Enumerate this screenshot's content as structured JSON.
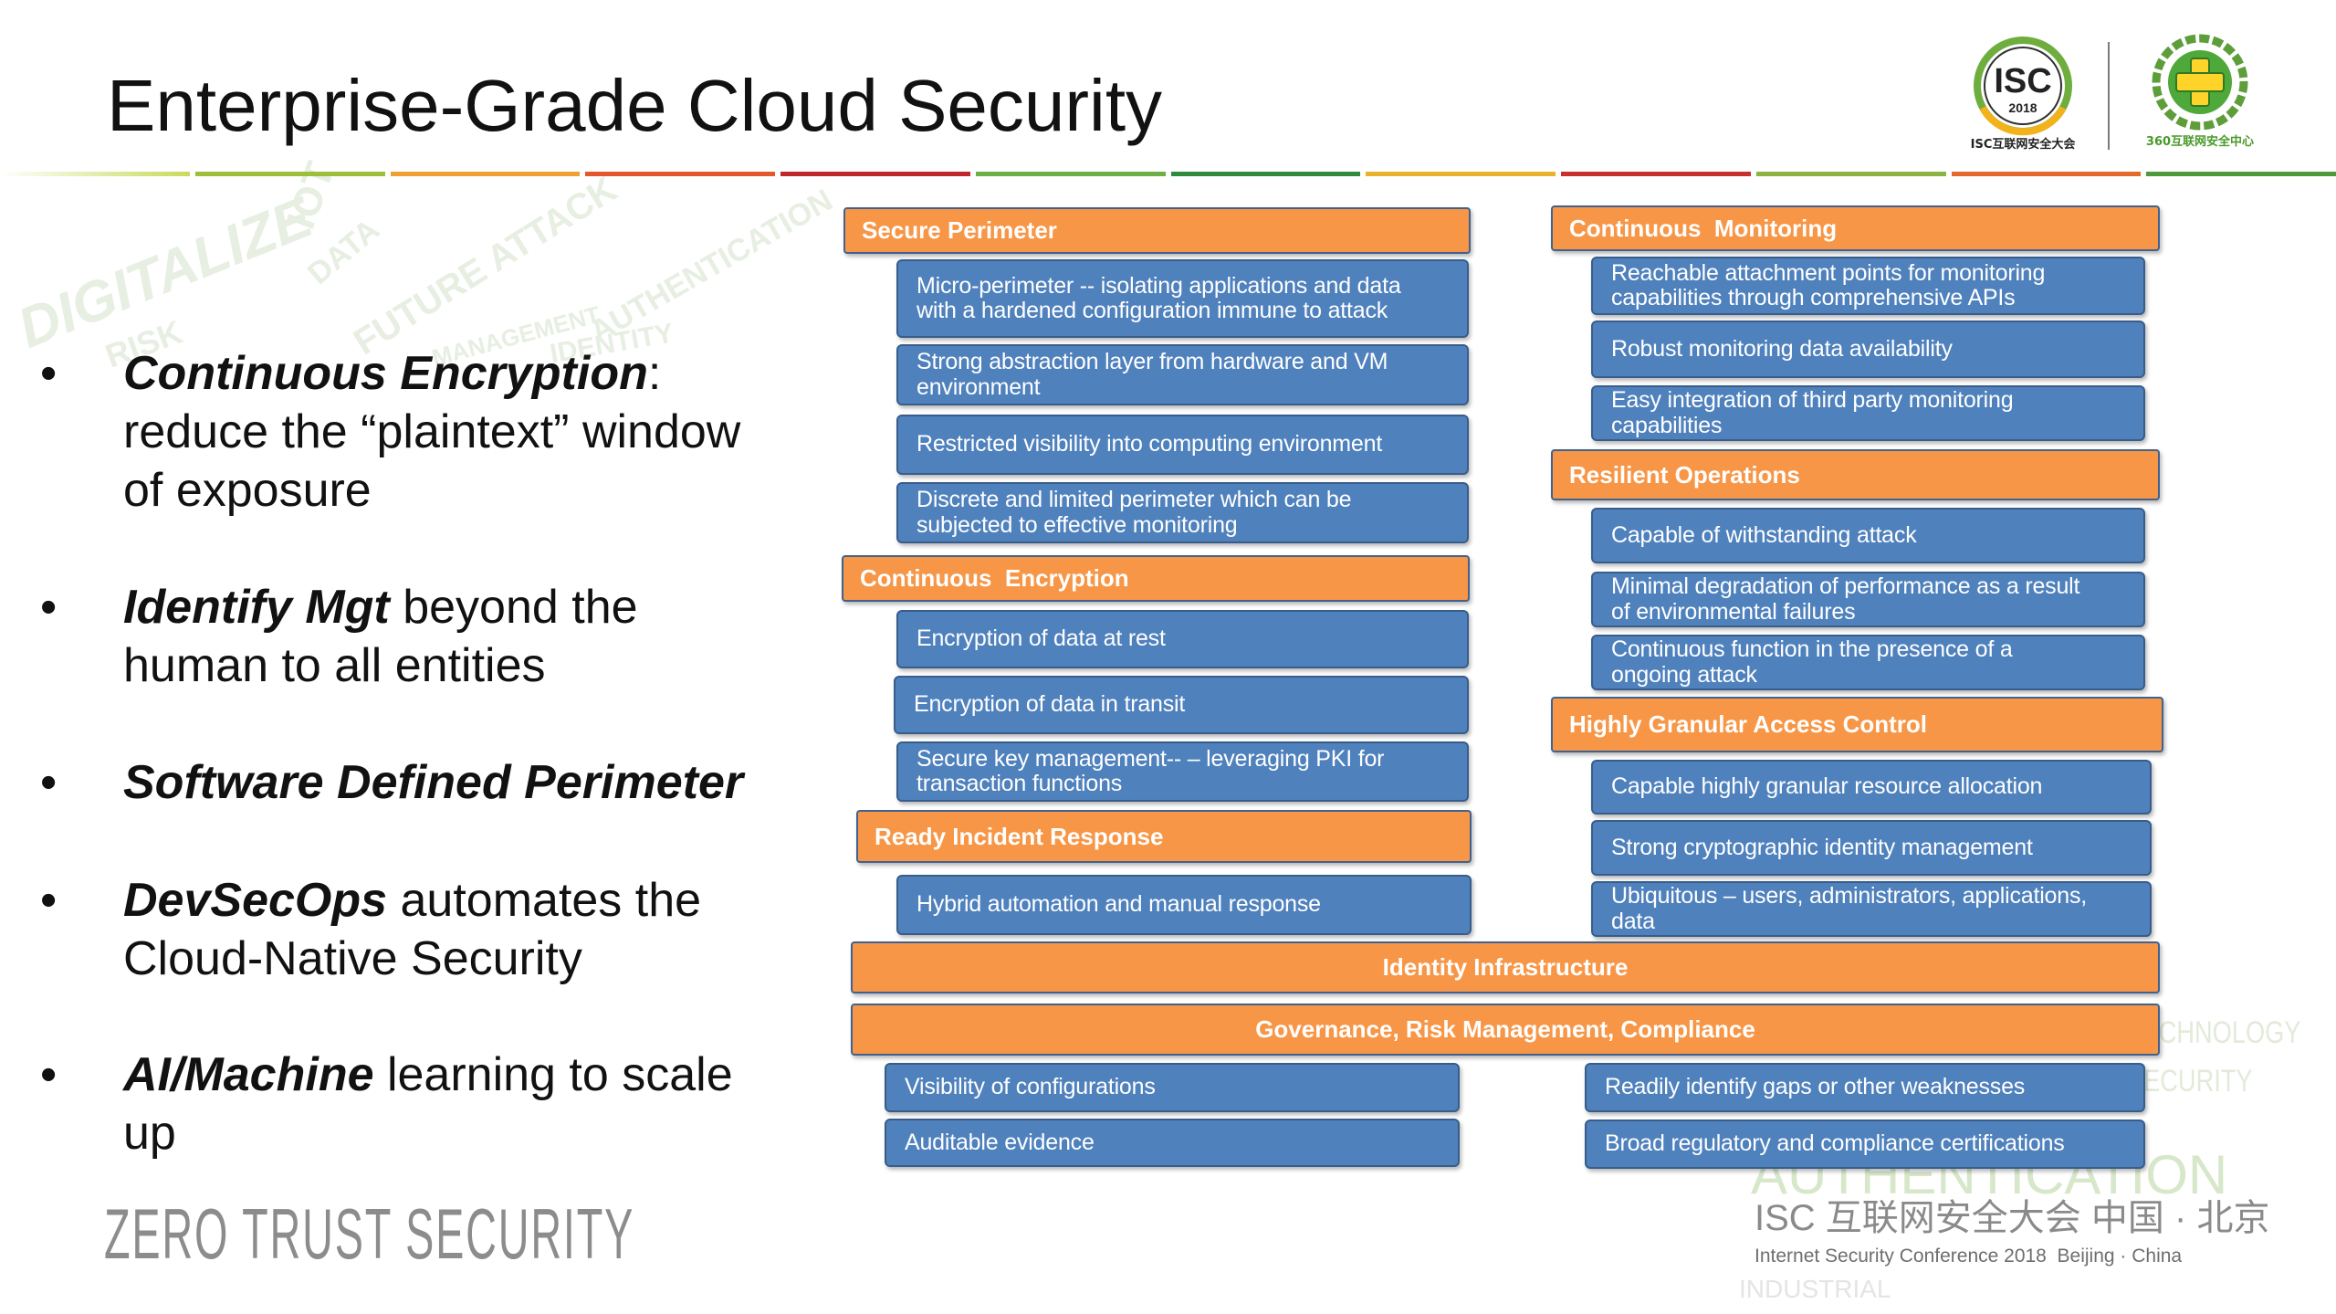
{
  "slide": {
    "title": "Enterprise-Grade Cloud Security",
    "tagline": "ZERO TRUST SECURITY",
    "conference_cn": "ISC 互联网安全大会 中国 · 北京",
    "conference_en": "Internet Security Conference 2018  Beijing · China"
  },
  "logos": {
    "isc": {
      "mark": "ISC",
      "year": "2018",
      "caption": "ISC互联网安全大会"
    },
    "center360": {
      "caption": "360互联网安全中心"
    }
  },
  "bullet_symbol": "•",
  "bullets": [
    {
      "lead": "Continuous Encryption",
      "tail": ":",
      "lines": [
        "reduce the “plaintext” window",
        "of exposure"
      ]
    },
    {
      "lead": "Identify Mgt",
      "tail": " beyond the",
      "lines": [
        "human to all entities"
      ]
    },
    {
      "lead": "Software Defined Perimeter",
      "lines": []
    },
    {
      "lead": "DevSecOps",
      "tail": " automates the",
      "lines": [
        "Cloud-Native Security"
      ]
    },
    {
      "lead": "AI/Machine",
      "tail": " learning to scale",
      "lines": [
        "up"
      ]
    }
  ],
  "diagram": {
    "secure_perimeter": {
      "header": "Secure Perimeter",
      "items": [
        [
          "Micro-perimeter -- isolating applications and data",
          "with a hardened configuration immune to attack"
        ],
        [
          "Strong abstraction layer from hardware and VM",
          "environment"
        ],
        [
          "Restricted visibility into computing environment"
        ],
        [
          "Discrete and limited perimeter which can be",
          "subjected to effective monitoring"
        ]
      ]
    },
    "continuous_encryption": {
      "header": "Continuous  Encryption",
      "items": [
        [
          "Encryption of data at rest"
        ],
        [
          "Encryption of data in transit"
        ],
        [
          "Secure key management-- – leveraging PKI for",
          "transaction functions"
        ]
      ]
    },
    "ready_incident_response": {
      "header": "Ready Incident Response",
      "items": [
        [
          "Hybrid automation and manual response"
        ]
      ]
    },
    "continuous_monitoring": {
      "header": "Continuous  Monitoring",
      "items": [
        [
          "Reachable attachment points for monitoring",
          "capabilities through comprehensive APIs"
        ],
        [
          "Robust monitoring data availability"
        ],
        [
          "Easy integration of third party monitoring",
          "capabilities"
        ]
      ]
    },
    "resilient_operations": {
      "header": "Resilient Operations",
      "items": [
        [
          "Capable of withstanding attack"
        ],
        [
          "Minimal degradation of performance as a result",
          "of environmental failures"
        ],
        [
          "Continuous function in the presence of a",
          "ongoing attack"
        ]
      ]
    },
    "access_control": {
      "header": "Highly Granular Access Control",
      "items": [
        [
          "Capable highly granular resource allocation"
        ],
        [
          "Strong cryptographic identity management"
        ],
        [
          "Ubiquitous – users, administrators, applications,",
          "data"
        ]
      ]
    },
    "identity_infrastructure": {
      "header": "Identity Infrastructure"
    },
    "grc": {
      "header": "Governance, Risk Management, Compliance",
      "items": [
        [
          "Visibility of configurations"
        ],
        [
          "Auditable evidence"
        ],
        [
          "Readily identify gaps or other weaknesses"
        ],
        [
          "Broad regulatory and compliance certifications"
        ]
      ]
    }
  },
  "watermark": {
    "top_left": [
      "DIGITALIZE",
      "FUTURE ATTACK",
      "IDENTITY",
      "AUTHENTICATION",
      "MANAGEMENT",
      "RISK",
      "DATA",
      "IOT"
    ],
    "bottom_right": [
      "TECHNOLOGY",
      "SECURITY",
      "AUTHENTICATION",
      "INDUSTRIAL"
    ]
  },
  "colors": {
    "header_fill": "#F79646",
    "item_fill": "#4F81BD",
    "box_border": "#385D8A",
    "text_on_box": "#FFFFFF",
    "tagline": "#8C8C8C",
    "stripe": [
      "#C9DA5A",
      "#9DBE3A",
      "#F0A030",
      "#E2572B",
      "#C0272D",
      "#6BAF45",
      "#2E8B3E",
      "#E9B12C",
      "#C7302B",
      "#8CB43F",
      "#E36A2A",
      "#4E9A3A"
    ]
  }
}
